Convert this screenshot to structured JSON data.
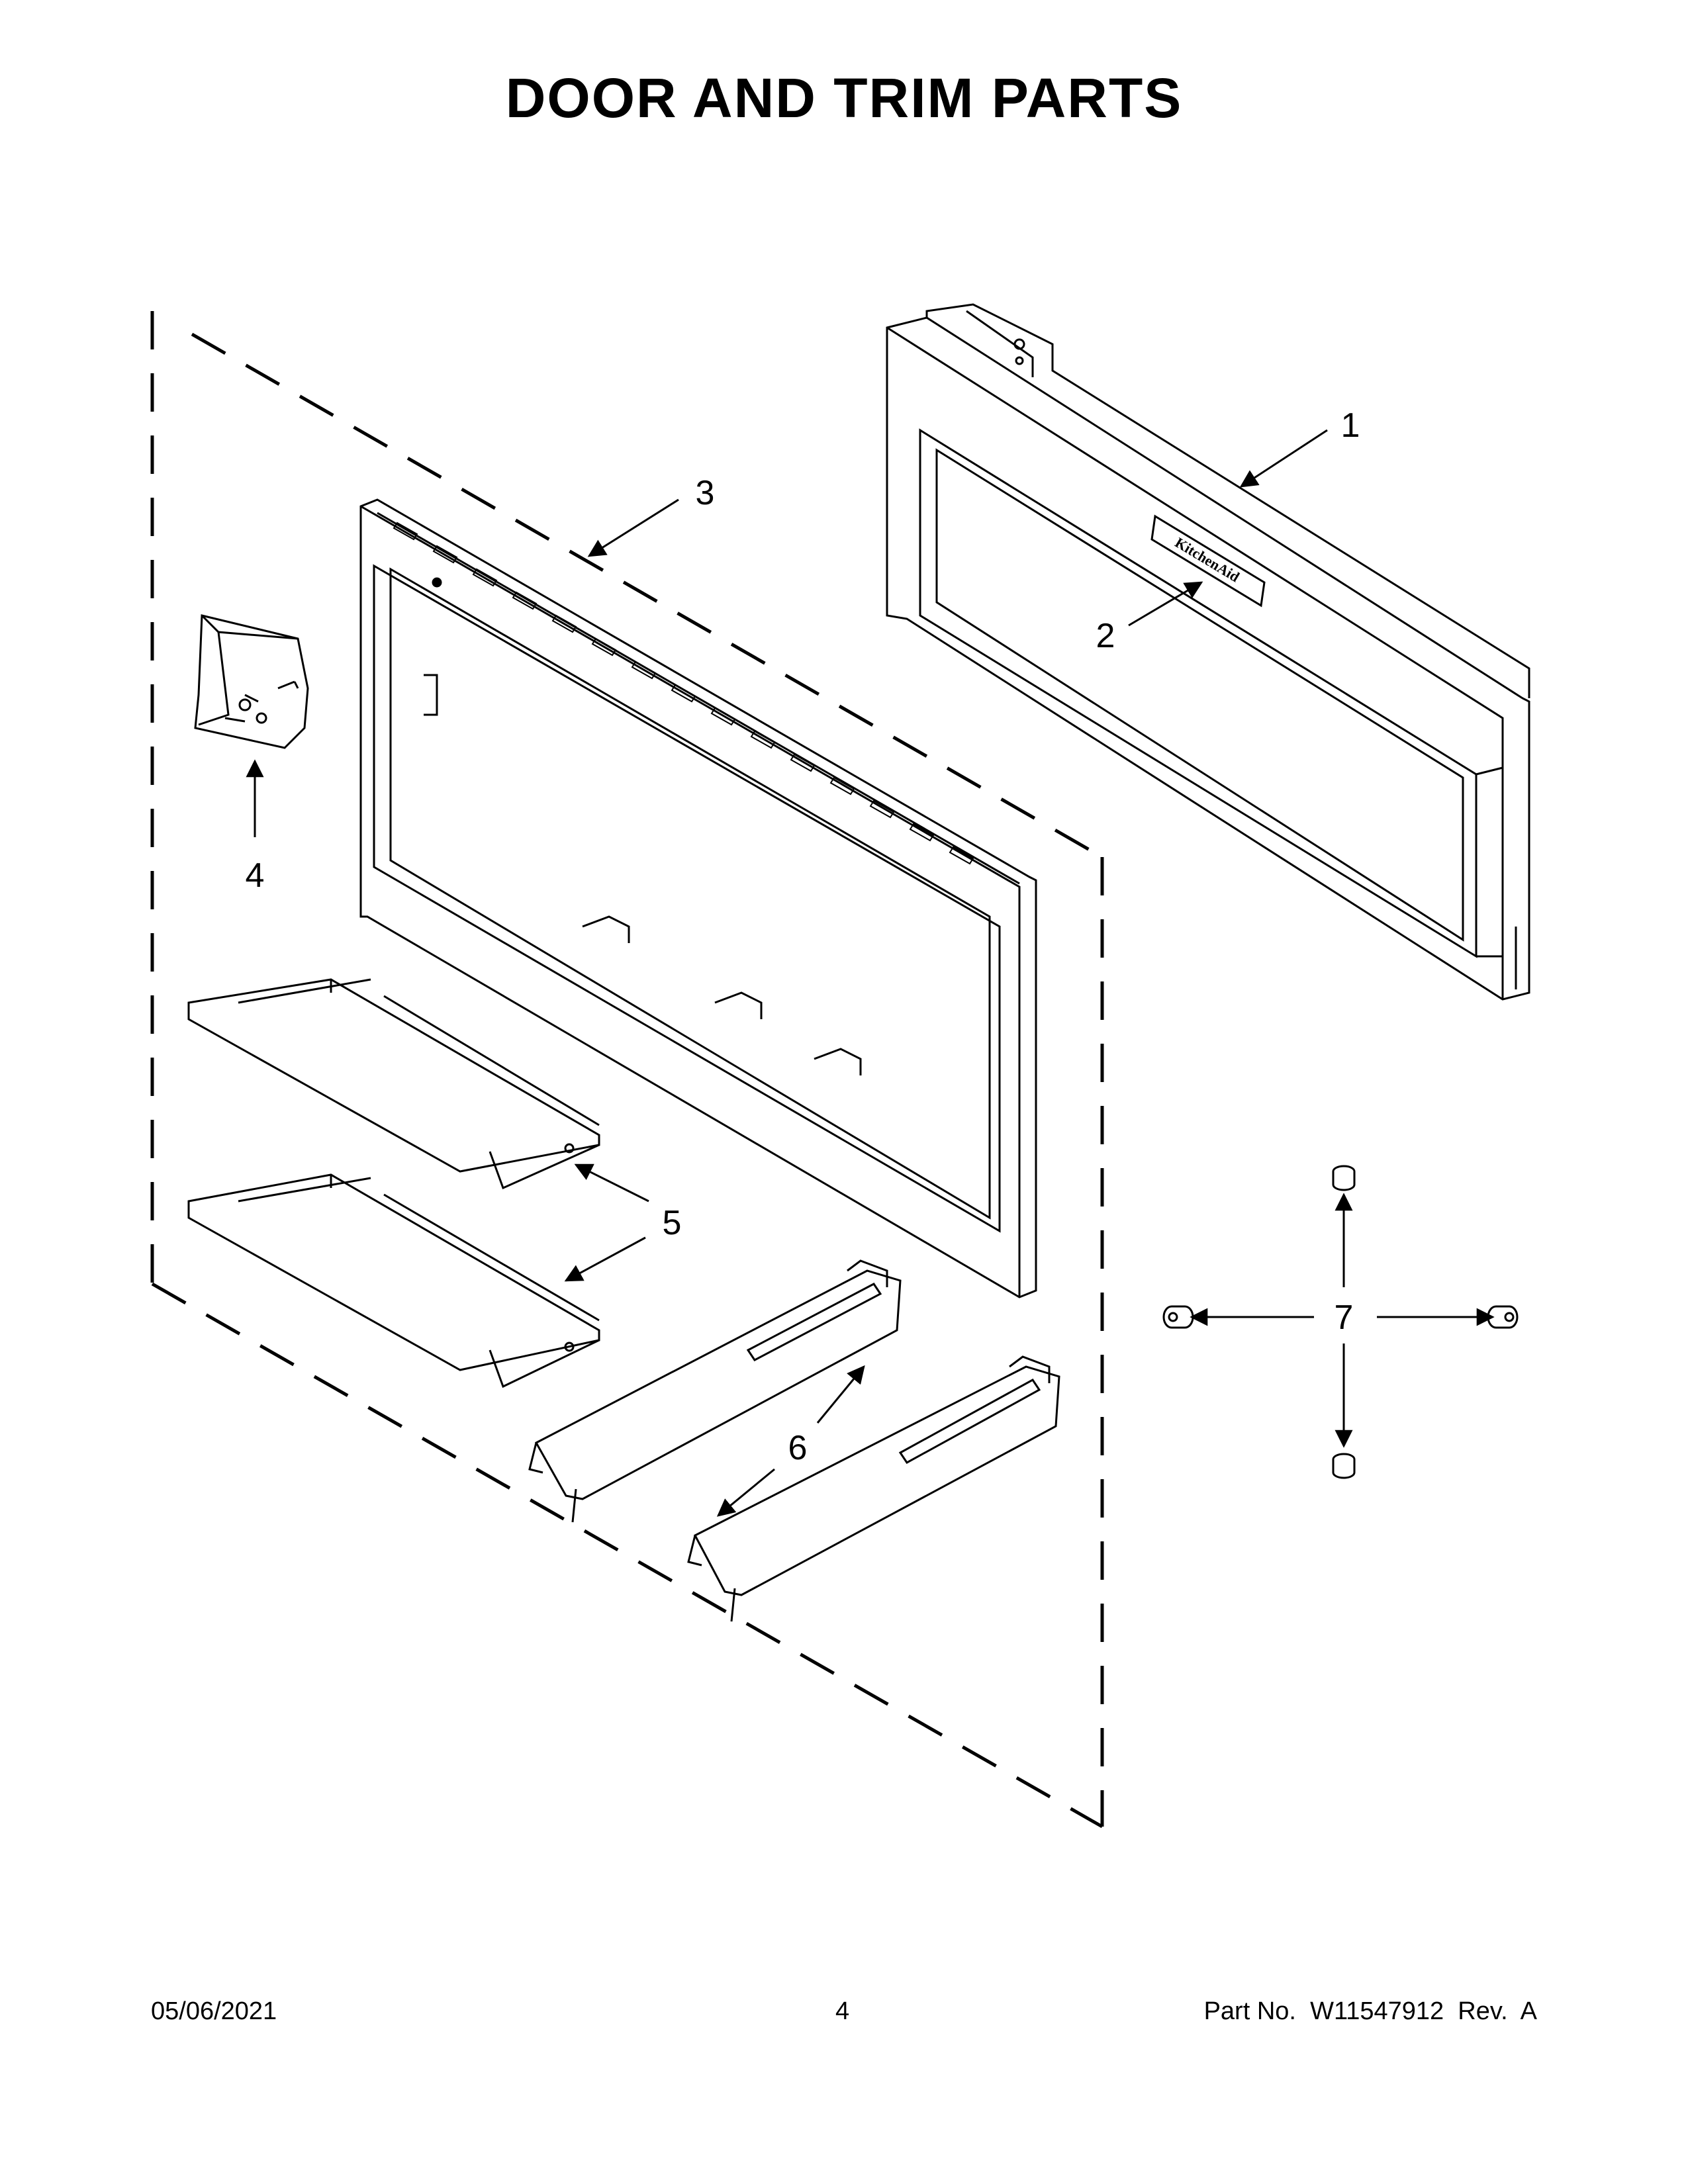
{
  "page": {
    "title": "DOOR AND TRIM PARTS"
  },
  "callouts": [
    {
      "id": "1",
      "label": "1"
    },
    {
      "id": "2",
      "label": "2"
    },
    {
      "id": "3",
      "label": "3"
    },
    {
      "id": "4",
      "label": "4"
    },
    {
      "id": "5",
      "label": "5"
    },
    {
      "id": "6",
      "label": "6"
    },
    {
      "id": "7",
      "label": "7"
    }
  ],
  "nameplate": {
    "logo_text": "KitchenAid"
  },
  "footer": {
    "date": "05/06/2021",
    "page_number": "4",
    "part_number": "Part No.  W11547912  Rev.  A"
  }
}
